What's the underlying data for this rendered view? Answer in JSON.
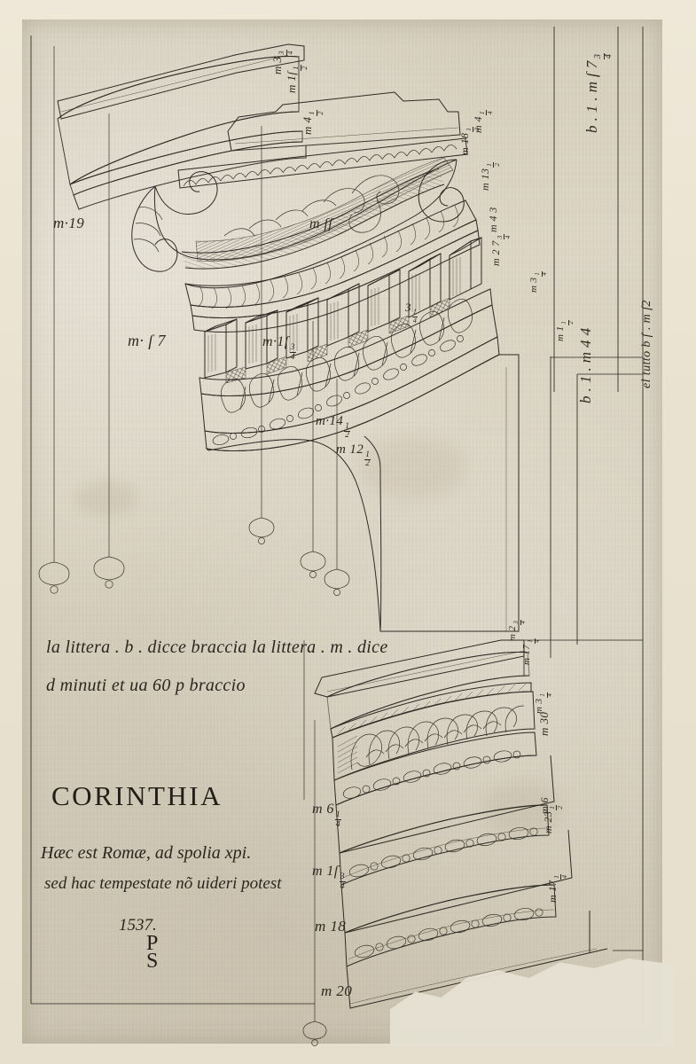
{
  "artwork": {
    "title_inscription": "CORINTHIA",
    "latin_line_1": "Hæc est Romæ, ad spolia xpi.",
    "latin_line_2": "sed hac tempestate nõ uideri potest",
    "date": "1537.",
    "monogram_top": "P",
    "monogram_bottom": "S",
    "italian_note_line_1": "la littera . b . dicce braccia  la littera . m . dice",
    "italian_note_line_2": "d minuti  et ua  60 p braccio",
    "subject": "Corinthian entablature — cornice, modillion, dentils and architrave",
    "medium_note": "pen and brown ink over black chalk on laid paper",
    "colors": {
      "mount": "#ece5d6",
      "paper": "#d8d1c0",
      "ink": "#2e2a24",
      "ink_light": "#4a443a",
      "loss_patch": "#e6e1d3"
    }
  },
  "measurements": {
    "left_column": [
      {
        "id": "m19",
        "text": "m·19",
        "frac": ""
      },
      {
        "id": "m57",
        "text": "m· ſ 7",
        "frac": ""
      },
      {
        "id": "m15_3_4",
        "text": "m·1ſ",
        "frac": "3/4"
      },
      {
        "id": "m14_1_2",
        "text": "m·14",
        "frac": "1/2"
      },
      {
        "id": "m12_1_2",
        "text": "m 12",
        "frac": "1/2"
      }
    ],
    "upper_cornice": [
      {
        "id": "m3_1_4_top",
        "text": "m 3",
        "frac": "1/4"
      },
      {
        "id": "m15_1_2",
        "text": "m 1ſ",
        "frac": "1/2"
      },
      {
        "id": "m4_1_2",
        "text": "m 4",
        "frac": "1/2"
      },
      {
        "id": "m55",
        "text": "m ſſ",
        "frac": ""
      },
      {
        "id": "m4_1_4",
        "text": "m 4",
        "frac": "1/4"
      },
      {
        "id": "m18_1_2",
        "text": "m 18",
        "frac": "1/2"
      },
      {
        "id": "m13_1_2",
        "text": "m 13",
        "frac": "1/2"
      },
      {
        "id": "m4_3",
        "text": "m 4 3",
        "frac": ""
      },
      {
        "id": "m2_7_3_4",
        "text": "m 2 7",
        "frac": "3/4"
      },
      {
        "id": "m3_1_4_dent",
        "text": "3",
        "frac": "1/4"
      },
      {
        "id": "m3_1_4b",
        "text": "m 3",
        "frac": "1/4"
      },
      {
        "id": "m1_1_2",
        "text": "m 1",
        "frac": "1/2"
      }
    ],
    "right_column": [
      {
        "id": "b1_m57_3_4",
        "text": "b . 1 . m ſ 7",
        "frac": "3/4"
      },
      {
        "id": "b1_m44",
        "text": "b . 1 . m 4 4",
        "frac": ""
      },
      {
        "id": "eltutto",
        "text": "el tutto b ſ . m ſ2",
        "frac": ""
      }
    ],
    "architrave_left": [
      {
        "id": "m6_1_4",
        "text": "m 6",
        "frac": "1/4"
      },
      {
        "id": "m15_3_4b",
        "text": "m 1ſ",
        "frac": "3/4"
      },
      {
        "id": "m18",
        "text": "m 18",
        "frac": ""
      },
      {
        "id": "m20",
        "text": "m 20",
        "frac": ""
      }
    ],
    "architrave_right": [
      {
        "id": "m2_3_4",
        "text": "m 2",
        "frac": "3/4"
      },
      {
        "id": "m17_1_4",
        "text": "m 17",
        "frac": "1/4"
      },
      {
        "id": "m3_1_4c",
        "text": "m 3",
        "frac": "1/4"
      },
      {
        "id": "m30",
        "text": "m 30",
        "frac": ""
      },
      {
        "id": "m6",
        "text": "m 6",
        "frac": ""
      },
      {
        "id": "m23_1_2",
        "text": "m 23",
        "frac": "1/2"
      },
      {
        "id": "m17_1_4b",
        "text": "m 17",
        "frac": "1/4"
      }
    ]
  }
}
